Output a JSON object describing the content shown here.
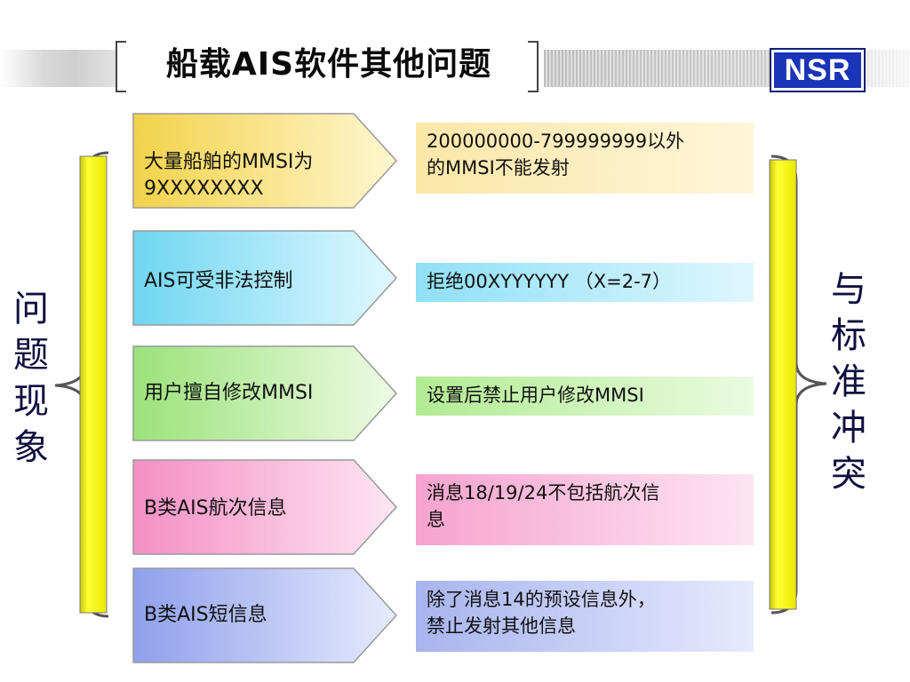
{
  "header": {
    "title": "船载AIS软件其他问题",
    "logo": "NSR"
  },
  "side_left": [
    "问",
    "题",
    "现",
    "象"
  ],
  "side_right": [
    "与",
    "标",
    "准",
    "冲",
    "突"
  ],
  "rows": [
    {
      "problem_line1": "大量船舶的MMSI为",
      "problem_line2": "9XXXXXXXX",
      "solution_line1": "200000000-799999999以外",
      "solution_line2": "的MMSI不能发射",
      "color": "#f6e08a"
    },
    {
      "problem_line1": "AIS可受非法控制",
      "problem_line2": "",
      "solution_line1": "拒绝00XYYYYYY （X=2-7）",
      "solution_line2": "",
      "color": "#9fe4f7"
    },
    {
      "problem_line1": "用户擅自修改MMSI",
      "problem_line2": "",
      "solution_line1": "设置后禁止用户修改MMSI",
      "solution_line2": "",
      "color": "#b7ec9c"
    },
    {
      "problem_line1": "B类AIS航次信息",
      "problem_line2": "",
      "solution_line1": "消息18/19/24不包括航次信",
      "solution_line2": "息",
      "color": "#f7a6cf"
    },
    {
      "problem_line1": "B类AIS短信息",
      "problem_line2": "",
      "solution_line1": "除了消息14的预设信息外，",
      "solution_line2": "禁止发射其他信息",
      "color": "#aab6ee"
    }
  ]
}
